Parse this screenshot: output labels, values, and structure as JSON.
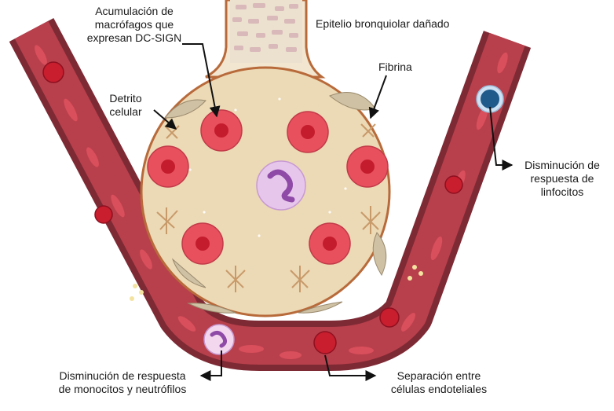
{
  "labels": {
    "macrophages": [
      "Acumulación de",
      "macrófagos que",
      "expresan DC-SIGN"
    ],
    "epithelium": "Epitelio bronquiolar dañado",
    "fibrin": "Fibrina",
    "debris": [
      "Detrito",
      "celular"
    ],
    "lymphocytes": [
      "Disminución de",
      "respuesta de",
      "linfocitos"
    ],
    "monocytes": [
      "Disminución de respuesta",
      "de monocitos y neutrófilos"
    ],
    "endothelial": [
      "Separación entre",
      "células endoteliales"
    ]
  },
  "colors": {
    "vessel_wall": "#8b2f3a",
    "vessel_lumen": "#b8404c",
    "red_cell": "#c81e2e",
    "alveolus_fill": "#ecd9b5",
    "alveolus_border": "#b86a3a",
    "macrophage": "#e8505e",
    "neutrophil": "#d8b6e4",
    "lymphocyte": "#1f5a8a",
    "fibrin": "#c89a6a"
  }
}
